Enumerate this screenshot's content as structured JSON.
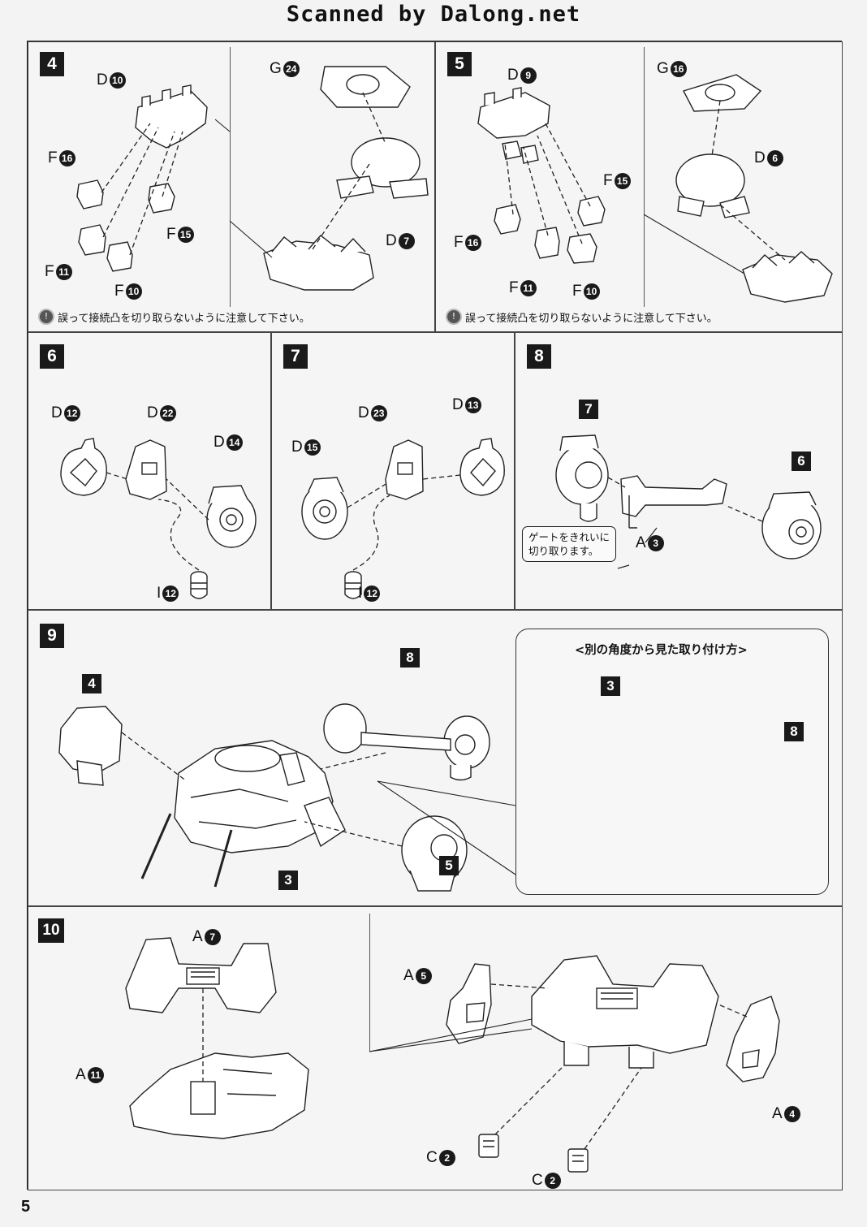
{
  "header": {
    "scan_credit": "Scanned by Dalong.net"
  },
  "page_number": "5",
  "step4": {
    "badge": "4",
    "labels": [
      {
        "letter": "D",
        "num": "10"
      },
      {
        "letter": "F",
        "num": "16"
      },
      {
        "letter": "F",
        "num": "11"
      },
      {
        "letter": "F",
        "num": "10"
      },
      {
        "letter": "F",
        "num": "15"
      },
      {
        "letter": "G",
        "num": "24"
      },
      {
        "letter": "D",
        "num": "7"
      }
    ],
    "note": "誤って接続凸を切り取らないように注意して下さい。"
  },
  "step5": {
    "badge": "5",
    "labels": [
      {
        "letter": "D",
        "num": "9"
      },
      {
        "letter": "F",
        "num": "15"
      },
      {
        "letter": "F",
        "num": "16"
      },
      {
        "letter": "F",
        "num": "11"
      },
      {
        "letter": "F",
        "num": "10"
      },
      {
        "letter": "G",
        "num": "16"
      },
      {
        "letter": "D",
        "num": "6"
      }
    ],
    "note": "誤って接続凸を切り取らないように注意して下さい。"
  },
  "step6": {
    "badge": "6",
    "labels": [
      {
        "letter": "D",
        "num": "12"
      },
      {
        "letter": "D",
        "num": "22"
      },
      {
        "letter": "D",
        "num": "14"
      },
      {
        "letter": "I",
        "num": "12"
      }
    ]
  },
  "step7": {
    "badge": "7",
    "labels": [
      {
        "letter": "D",
        "num": "23"
      },
      {
        "letter": "D",
        "num": "13"
      },
      {
        "letter": "D",
        "num": "15"
      },
      {
        "letter": "I",
        "num": "12"
      }
    ]
  },
  "step8": {
    "badge": "8",
    "refs": [
      "7",
      "6"
    ],
    "part": {
      "letter": "A",
      "num": "3"
    },
    "callout_lines": [
      "ゲートをきれいに",
      "切り取ります。"
    ]
  },
  "step9": {
    "badge": "9",
    "refs": [
      "4",
      "8",
      "5",
      "3"
    ],
    "inset_title": "<別の角度から見た取り付け方>",
    "inset_refs": [
      "3",
      "8"
    ]
  },
  "step10": {
    "badge": "10",
    "labels": [
      {
        "letter": "A",
        "num": "7"
      },
      {
        "letter": "A",
        "num": "11"
      },
      {
        "letter": "A",
        "num": "5"
      },
      {
        "letter": "A",
        "num": "4"
      },
      {
        "letter": "C",
        "num": "2"
      },
      {
        "letter": "C",
        "num": "2"
      }
    ]
  }
}
